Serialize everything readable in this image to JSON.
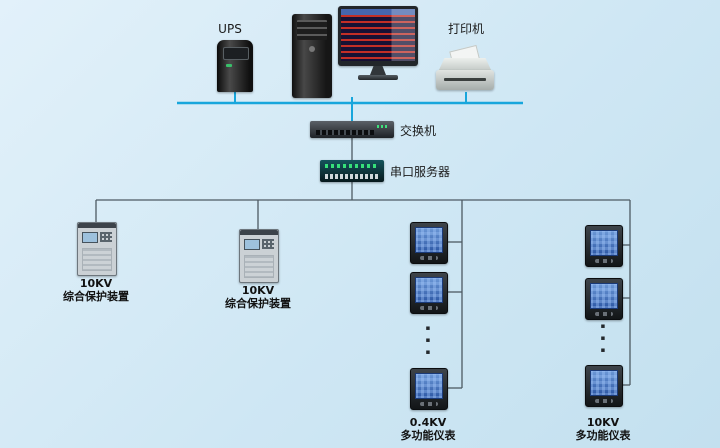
{
  "diagram": {
    "top": {
      "ups": "UPS",
      "printer": "打印机"
    },
    "network": {
      "switch": "交换机",
      "serial_server": "串口服务器"
    },
    "branches": {
      "protection1": {
        "voltage": "10KV",
        "device": "综合保护装置"
      },
      "protection2": {
        "voltage": "10KV",
        "device": "综合保护装置"
      },
      "meters_04kv": {
        "voltage": "0.4KV",
        "device": "多功能仪表"
      },
      "meters_10kv": {
        "voltage": "10KV",
        "device": "多功能仪表"
      }
    },
    "ellipsis": "▪\n▪\n▪"
  },
  "colors": {
    "bus_line": "#18a6dc",
    "wire_line": "#4d5a63"
  }
}
